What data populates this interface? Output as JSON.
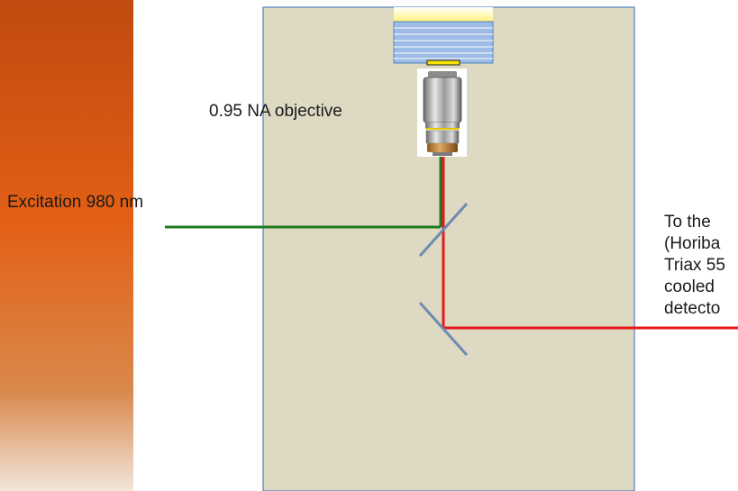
{
  "labels": {
    "objective": "0.95 NA objective",
    "excitation": "Excitation 980 nm",
    "spectrometer": [
      "To the",
      "(Horiba",
      "Triax 55",
      "cooled",
      "detecto"
    ]
  },
  "colors": {
    "box_fill": "#ddd9c3",
    "box_border": "#4f81bd",
    "excitation_beam": "#1e7b1e",
    "emission_beam": "#e8191a",
    "mirror": "#6d8bb0",
    "stage_blue": "#9dbbe4",
    "stage_glow": "#fff27a",
    "sidebar_orange": "#e05a12"
  },
  "icons": [
    "objective-lens-icon",
    "sample-stage-icon",
    "dichroic-mirror-icon",
    "fold-mirror-icon"
  ]
}
